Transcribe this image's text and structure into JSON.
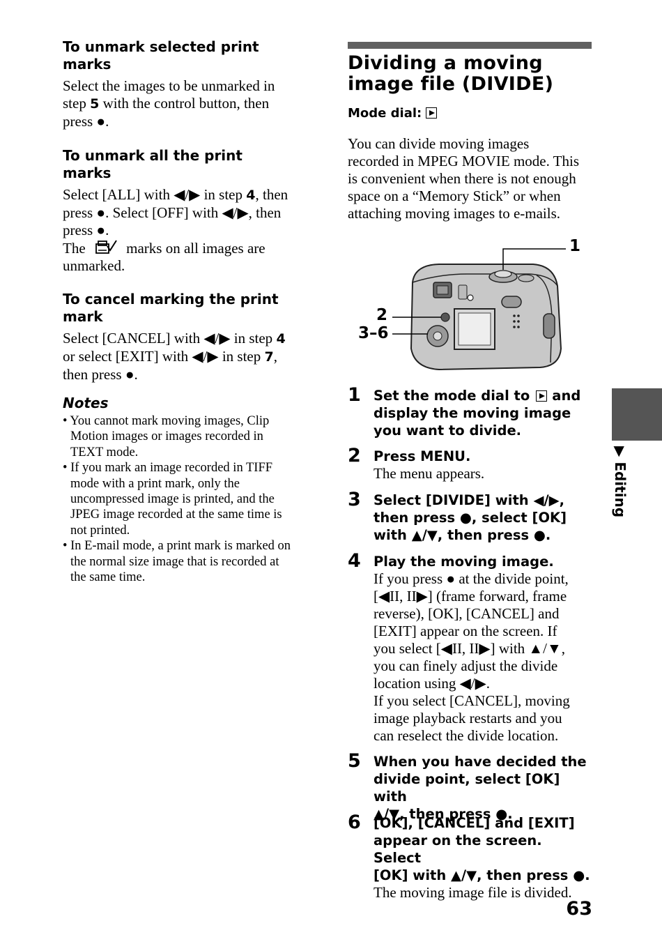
{
  "left": {
    "sec1_title_l1": "To unmark selected print",
    "sec1_title_l2": "marks",
    "sec1_l1": "Select the images to be unmarked in",
    "sec1_l2a": "step ",
    "sec1_l2b": "5",
    "sec1_l2c": " with the control button, then",
    "sec1_l3": "press ●.",
    "sec2_title_l1": "To unmark all the print",
    "sec2_title_l2": "marks",
    "sec2_l1a": "Select [ALL] with ◀/▶ in step ",
    "sec2_l1b": "4",
    "sec2_l1c": ", then",
    "sec2_l2": "press ●. Select [OFF] with ◀/▶, then",
    "sec2_l3": "press ●.",
    "sec2_l4a": "The",
    "sec2_l4b": "marks on all images are",
    "sec2_l5": "unmarked.",
    "sec3_title_l1": "To cancel marking the print",
    "sec3_title_l2": "mark",
    "sec3_l1a": "Select [CANCEL] with ◀/▶ in step ",
    "sec3_l1b": "4",
    "sec3_l2a": "or select [EXIT] with ◀/▶ in step ",
    "sec3_l2b": "7",
    "sec3_l2c": ",",
    "sec3_l3": "then press ●.",
    "notes_title": "Notes",
    "notes": [
      [
        "• You cannot mark moving images, Clip",
        "Motion images or images recorded in",
        "TEXT mode."
      ],
      [
        "• If you mark an image recorded in TIFF",
        "mode with a print mark, only the",
        "uncompressed image is printed, and the",
        "JPEG image recorded at the same time is",
        "not printed."
      ],
      [
        "• In E-mail mode, a print mark is marked on",
        "the normal size image that is recorded at",
        "the same time."
      ]
    ]
  },
  "right": {
    "title_l1": "Dividing a moving",
    "title_l2": "image file (DIVIDE)",
    "mode_dial": "Mode dial:",
    "intro": [
      "You can divide moving images",
      "recorded in MPEG MOVIE mode. This",
      "is convenient when there is not enough",
      "space on a “Memory Stick” or when",
      "attaching moving images to e-mails."
    ],
    "callouts": {
      "c1": "1",
      "c2": "2",
      "c3": "3–6"
    },
    "steps": [
      {
        "num": "1",
        "h1a": "Set the mode dial to",
        "h1b": "and",
        "h2": "display the moving image",
        "h3": "you want to divide."
      },
      {
        "num": "2",
        "h": "Press MENU.",
        "b": "The menu appears."
      },
      {
        "num": "3",
        "h": [
          "Select [DIVIDE] with ◀/▶,",
          "then press ●, select [OK]",
          "with ▲/▼, then press ●."
        ]
      },
      {
        "num": "4",
        "h": "Play the moving image.",
        "b": [
          "If you press ● at the divide point,",
          "[◀II, II▶] (frame forward, frame",
          "reverse), [OK], [CANCEL] and",
          "[EXIT] appear on the screen. If",
          "you select [◀II, II▶] with ▲/▼,",
          "you can finely adjust the divide",
          "location using ◀/▶.",
          "If you select [CANCEL], moving",
          "image playback restarts and you",
          "can reselect the divide location."
        ]
      },
      {
        "num": "5",
        "h": [
          "When you have decided the",
          "divide point, select [OK] with",
          "▲/▼, then press ●."
        ]
      },
      {
        "num": "6",
        "h": [
          "[OK], [CANCEL] and [EXIT]",
          "appear on the screen. Select",
          "[OK] with ▲/▼, then press ●."
        ],
        "b": "The moving image file is divided."
      }
    ]
  },
  "side_tab": "▶ Editing",
  "page_number": "63"
}
